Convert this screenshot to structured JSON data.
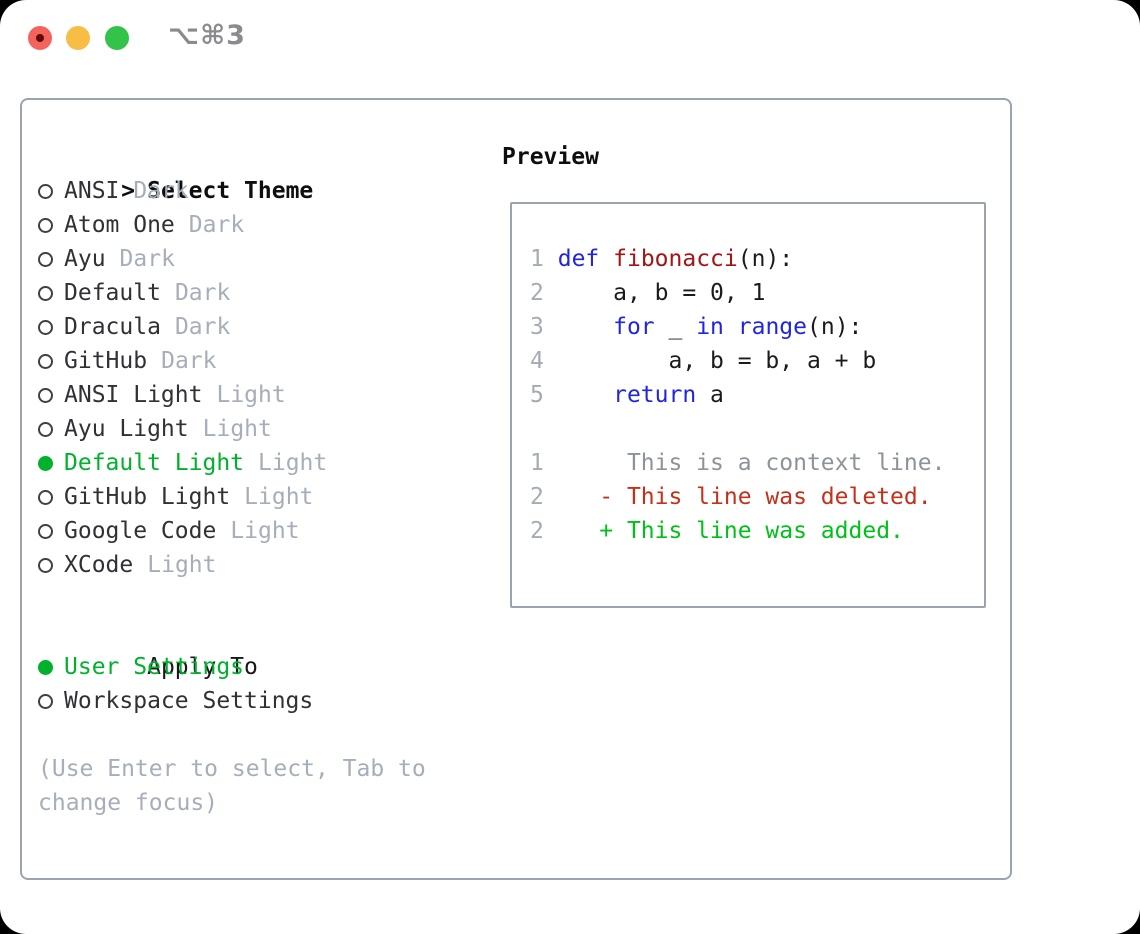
{
  "titlebar": {
    "shortcut_label": "⌥⌘3"
  },
  "theme_panel": {
    "title_marker": ">",
    "title": "Select Theme",
    "themes": [
      {
        "name": "ANSI",
        "variant": "Dark",
        "selected": false
      },
      {
        "name": "Atom One",
        "variant": "Dark",
        "selected": false
      },
      {
        "name": "Ayu",
        "variant": "Dark",
        "selected": false
      },
      {
        "name": "Default",
        "variant": "Dark",
        "selected": false
      },
      {
        "name": "Dracula",
        "variant": "Dark",
        "selected": false
      },
      {
        "name": "GitHub",
        "variant": "Dark",
        "selected": false
      },
      {
        "name": "ANSI Light",
        "variant": "Light",
        "selected": false
      },
      {
        "name": "Ayu Light",
        "variant": "Light",
        "selected": false
      },
      {
        "name": "Default Light",
        "variant": "Light",
        "selected": true
      },
      {
        "name": "GitHub Light",
        "variant": "Light",
        "selected": false
      },
      {
        "name": "Google Code",
        "variant": "Light",
        "selected": false
      },
      {
        "name": "XCode",
        "variant": "Light",
        "selected": false
      }
    ],
    "apply_to": {
      "title": "Apply To",
      "options": [
        {
          "name": "User Settings",
          "selected": true
        },
        {
          "name": "Workspace Settings",
          "selected": false
        }
      ]
    },
    "hint_lines": [
      "(Use Enter to select, Tab to",
      "change focus)"
    ]
  },
  "preview": {
    "title": "Preview",
    "code_lines": [
      [
        {
          "s": "num",
          "t": "1"
        },
        {
          "s": "txt",
          "t": " "
        },
        {
          "s": "kw",
          "t": "def"
        },
        {
          "s": "txt",
          "t": " "
        },
        {
          "s": "fn",
          "t": "fibonacci"
        },
        {
          "s": "txt",
          "t": "(n):"
        }
      ],
      [
        {
          "s": "num",
          "t": "2"
        },
        {
          "s": "txt",
          "t": "     a, b = 0, 1"
        }
      ],
      [
        {
          "s": "num",
          "t": "3"
        },
        {
          "s": "txt",
          "t": "     "
        },
        {
          "s": "kw",
          "t": "for"
        },
        {
          "s": "txt",
          "t": " _ "
        },
        {
          "s": "kw",
          "t": "in"
        },
        {
          "s": "txt",
          "t": " "
        },
        {
          "s": "kw",
          "t": "range"
        },
        {
          "s": "txt",
          "t": "(n):"
        }
      ],
      [
        {
          "s": "num",
          "t": "4"
        },
        {
          "s": "txt",
          "t": "         a, b = b, a + b"
        }
      ],
      [
        {
          "s": "num",
          "t": "5"
        },
        {
          "s": "txt",
          "t": "     "
        },
        {
          "s": "kw",
          "t": "return"
        },
        {
          "s": "txt",
          "t": " a"
        }
      ],
      [],
      [
        {
          "s": "num",
          "t": "1"
        },
        {
          "s": "ctx",
          "t": "      This is a context line."
        }
      ],
      [
        {
          "s": "num",
          "t": "2"
        },
        {
          "s": "txt",
          "t": "    "
        },
        {
          "s": "del",
          "t": "- This line was deleted."
        }
      ],
      [
        {
          "s": "num",
          "t": "2"
        },
        {
          "s": "txt",
          "t": "    "
        },
        {
          "s": "add",
          "t": "+ This line was added."
        }
      ]
    ]
  },
  "colors": {
    "selected_green": "#00b12c",
    "added_green": "#00c119",
    "deleted_red": "#c43019",
    "keyword_blue": "#2125e0",
    "function_red": "#a31515",
    "context_gray": "#8d939b",
    "muted_gray": "#a6aeb9",
    "border_gray": "#9ba3ad",
    "traffic_red": "#f4645d",
    "traffic_yellow": "#f7bd45",
    "traffic_green": "#33c348"
  }
}
